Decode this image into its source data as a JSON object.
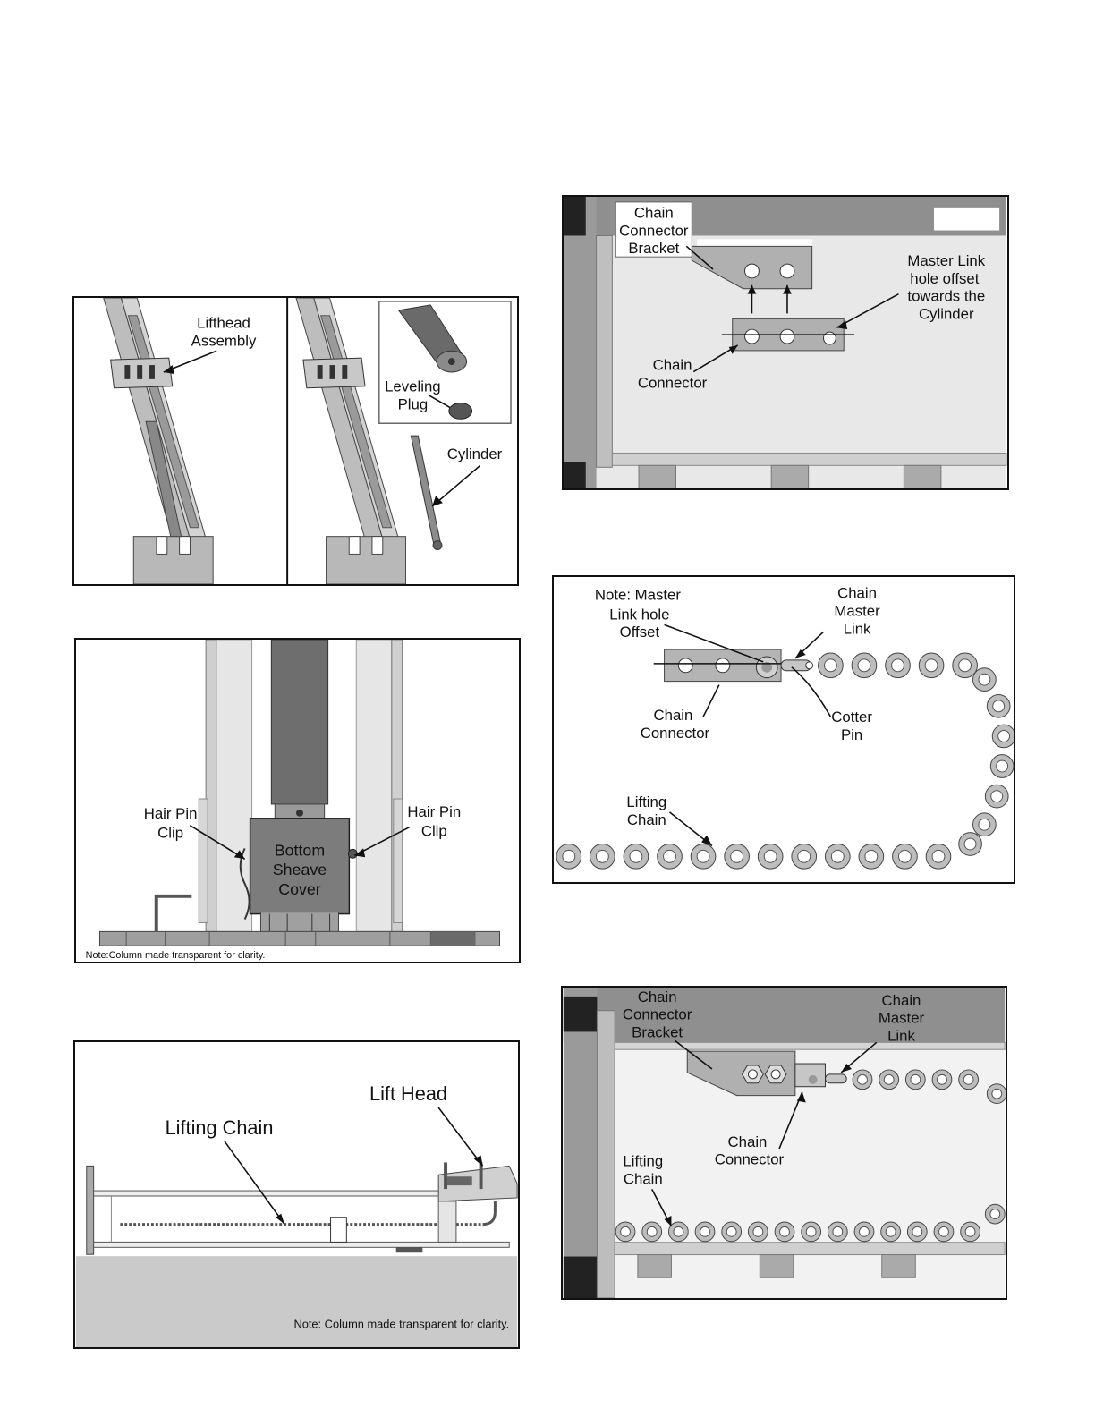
{
  "figures": {
    "lifthead": {
      "lifthead_assembly": [
        "Lifthead",
        "Assembly"
      ],
      "leveling_plug": [
        "Leveling",
        "Plug"
      ],
      "cylinder": "Cylinder"
    },
    "sheave": {
      "hair_pin_left": [
        "Hair Pin",
        "Clip"
      ],
      "hair_pin_right": [
        "Hair Pin",
        "Clip"
      ],
      "bottom_sheave_cover": [
        "Bottom",
        "Sheave",
        "Cover"
      ],
      "note": "Note:Column made transparent for clarity."
    },
    "lift_chain": {
      "lift_head": "Lift Head",
      "lifting_chain": "Lifting Chain",
      "note": "Note: Column made transparent for clarity."
    },
    "bracket": {
      "chain_connector_bracket": [
        "Chain",
        "Connector",
        "Bracket"
      ],
      "master_link_offset": [
        "Master Link",
        "hole offset",
        "towards the",
        "Cylinder"
      ],
      "chain_connector": [
        "Chain",
        "Connector"
      ]
    },
    "master_link": {
      "note": [
        "Note: Master",
        "Link hole",
        "Offset"
      ],
      "chain_master_link": [
        "Chain",
        "Master",
        "Link"
      ],
      "chain_connector": [
        "Chain",
        "Connector"
      ],
      "cotter_pin": [
        "Cotter",
        "Pin"
      ],
      "lifting_chain": [
        "Lifting",
        "Chain"
      ]
    },
    "assembled": {
      "chain_connector_bracket": [
        "Chain",
        "Connector",
        "Bracket"
      ],
      "chain_master_link": [
        "Chain",
        "Master",
        "Link"
      ],
      "chain_connector": [
        "Chain",
        "Connector"
      ],
      "lifting_chain": [
        "Lifting",
        "Chain"
      ]
    }
  }
}
